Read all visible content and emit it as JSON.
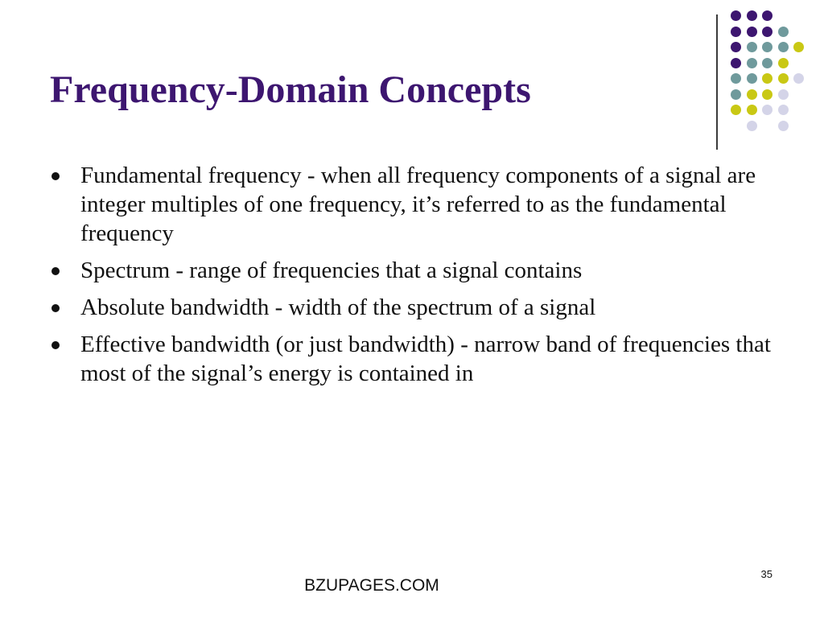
{
  "slide": {
    "title": "Frequency-Domain Concepts",
    "bullets": [
      "Fundamental frequency - when all frequency components of a signal are integer multiples of one frequency, it’s referred to as the fundamental frequency",
      "Spectrum - range of frequencies that a signal contains",
      "Absolute bandwidth - width of the spectrum of a signal",
      "Effective bandwidth (or just bandwidth) - narrow band of frequencies that most of the signal’s energy is contained in"
    ],
    "slide_number": "35",
    "footer": "BZUPAGES.COM"
  },
  "decoration": {
    "palette": {
      "purple": "#3d1670",
      "teal": "#6f9a9c",
      "yellow": "#c9c814",
      "lavender": "#d4d4e8"
    },
    "dot_rows": [
      [
        "purple",
        "purple",
        "purple",
        "",
        ""
      ],
      [
        "purple",
        "purple",
        "purple",
        "teal",
        ""
      ],
      [
        "purple",
        "teal",
        "teal",
        "teal",
        "yellow"
      ],
      [
        "purple",
        "teal",
        "teal",
        "yellow",
        ""
      ],
      [
        "teal",
        "teal",
        "yellow",
        "yellow",
        "lavender"
      ],
      [
        "teal",
        "yellow",
        "yellow",
        "lavender",
        ""
      ],
      [
        "yellow",
        "yellow",
        "lavender",
        "lavender",
        ""
      ],
      [
        "",
        "lavender",
        "",
        "lavender",
        ""
      ]
    ]
  }
}
